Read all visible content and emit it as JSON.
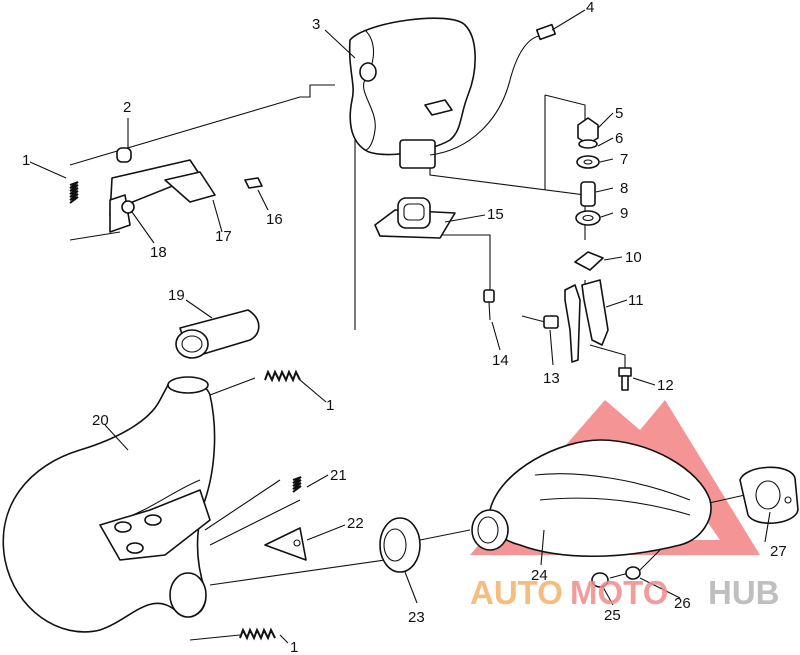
{
  "callouts": [
    {
      "n": "1"
    },
    {
      "n": "2"
    },
    {
      "n": "3"
    },
    {
      "n": "4"
    },
    {
      "n": "5"
    },
    {
      "n": "6"
    },
    {
      "n": "7"
    },
    {
      "n": "8"
    },
    {
      "n": "9"
    },
    {
      "n": "10"
    },
    {
      "n": "11"
    },
    {
      "n": "12"
    },
    {
      "n": "13"
    },
    {
      "n": "14"
    },
    {
      "n": "15"
    },
    {
      "n": "16"
    },
    {
      "n": "17"
    },
    {
      "n": "18"
    },
    {
      "n": "19"
    },
    {
      "n": "1"
    },
    {
      "n": "20"
    },
    {
      "n": "21"
    },
    {
      "n": "22"
    },
    {
      "n": "23"
    },
    {
      "n": "24"
    },
    {
      "n": "25"
    },
    {
      "n": "26"
    },
    {
      "n": "27"
    },
    {
      "n": "1"
    }
  ],
  "watermark": {
    "part_a": "AUTO",
    "part_b": "MOTO",
    "part_c": "HUB",
    "color_a": "#f5b26b",
    "color_b": "#f08b8b",
    "color_c": "#b5b5b5",
    "triangle_color": "#f07070"
  }
}
